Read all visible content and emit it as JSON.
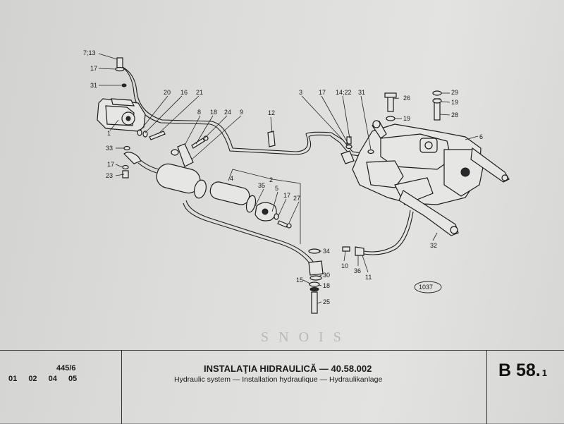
{
  "diagram": {
    "callouts": [
      "7;13",
      "17",
      "31",
      "1",
      "33",
      "17",
      "23",
      "20",
      "16",
      "21",
      "8",
      "18",
      "24",
      "9",
      "12",
      "3",
      "17",
      "14;22",
      "31",
      "26",
      "19",
      "19",
      "29",
      "28",
      "6",
      "2",
      "4",
      "35",
      "5",
      "17",
      "27",
      "34",
      "10",
      "36",
      "11",
      "32",
      "15",
      "30",
      "18",
      "25"
    ],
    "figure_number": "1037",
    "watermark_text": "SNOIS"
  },
  "title_block": {
    "sheet_code": "445/6",
    "sheet_numbers": [
      "01",
      "02",
      "04",
      "05"
    ],
    "title_main": "INSTALAŢIA HIDRAULICĂ — 40.58.002",
    "title_sub": "Hydraulic system — Installation hydraulique — Hydraulikanlage",
    "page_ref": "B 58.",
    "page_ref_sub": "1"
  },
  "colors": {
    "paper": "#dcdcda",
    "ink": "#1a1a1a"
  }
}
